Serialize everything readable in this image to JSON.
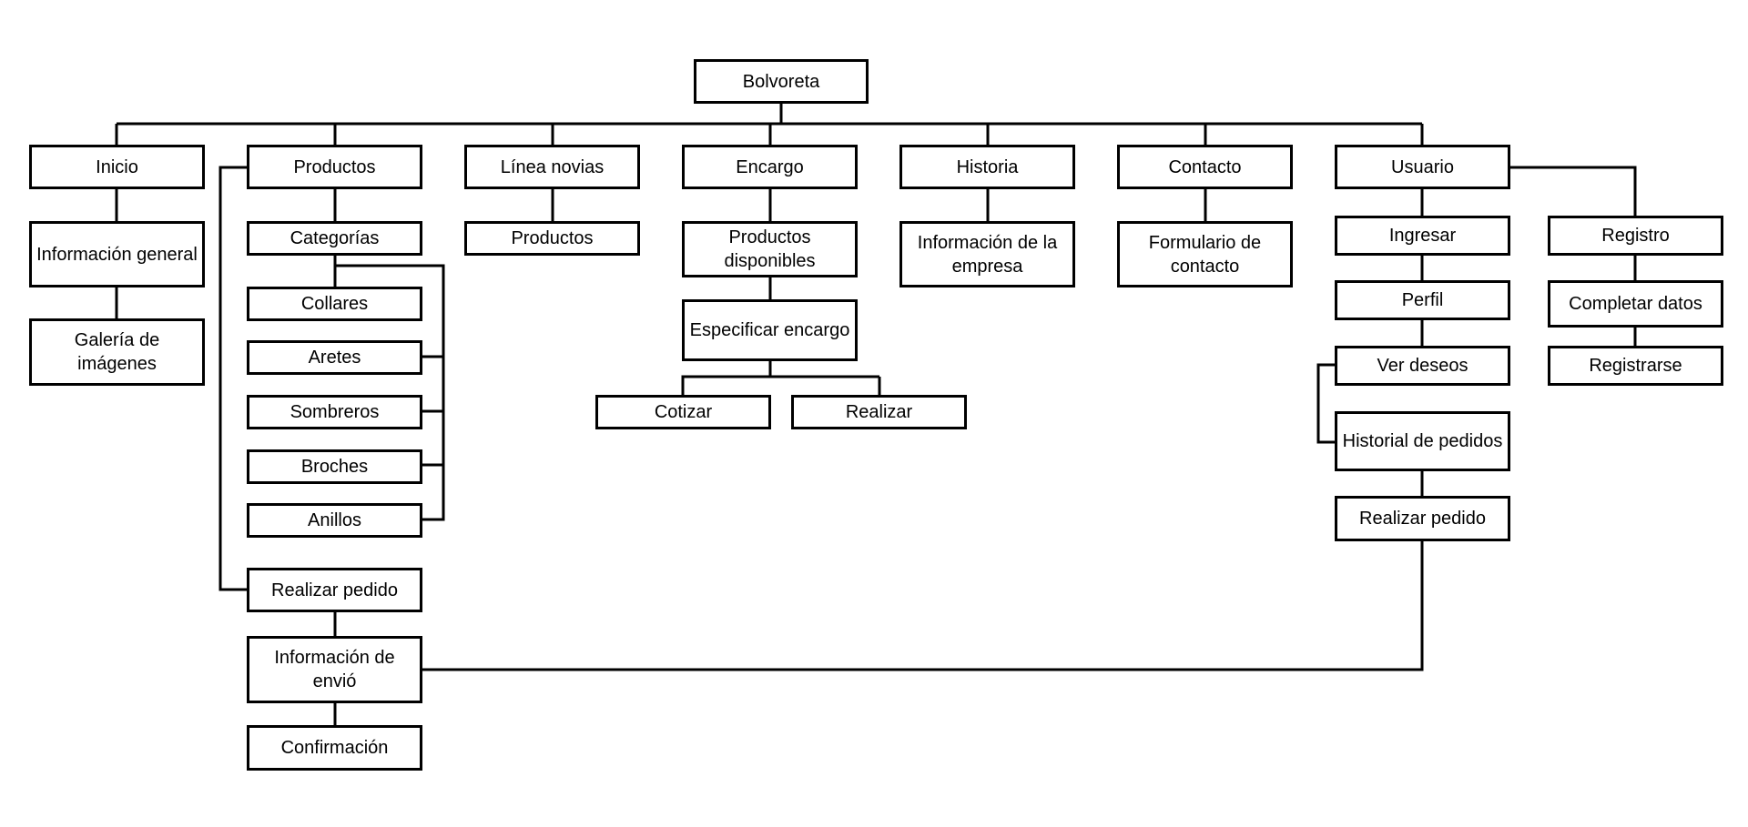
{
  "diagram": {
    "root": "Bolvoreta",
    "inicio": {
      "label": "Inicio",
      "children": [
        "Información general",
        "Galería de imágenes"
      ]
    },
    "productos": {
      "label": "Productos",
      "categorias": "Categorías",
      "items": [
        "Collares",
        "Aretes",
        "Sombreros",
        "Broches",
        "Anillos"
      ],
      "realizar_pedido": "Realizar pedido",
      "info_envio": "Información de envió",
      "confirmacion": "Confirmación"
    },
    "linea_novias": {
      "label": "Línea novias",
      "productos": "Productos"
    },
    "encargo": {
      "label": "Encargo",
      "productos_disponibles": "Productos disponibles",
      "especificar": "Especificar encargo",
      "cotizar": "Cotizar",
      "realizar": "Realizar"
    },
    "historia": {
      "label": "Historia",
      "info_empresa": "Información de la empresa"
    },
    "contacto": {
      "label": "Contacto",
      "formulario": "Formulario de contacto"
    },
    "usuario": {
      "label": "Usuario",
      "ingresar": "Ingresar",
      "perfil": "Perfil",
      "ver_deseos": "Ver deseos",
      "historial": "Historial de pedidos",
      "realizar_pedido": "Realizar pedido",
      "registro": "Registro",
      "completar_datos": "Completar datos",
      "registrarse": "Registrarse"
    }
  }
}
